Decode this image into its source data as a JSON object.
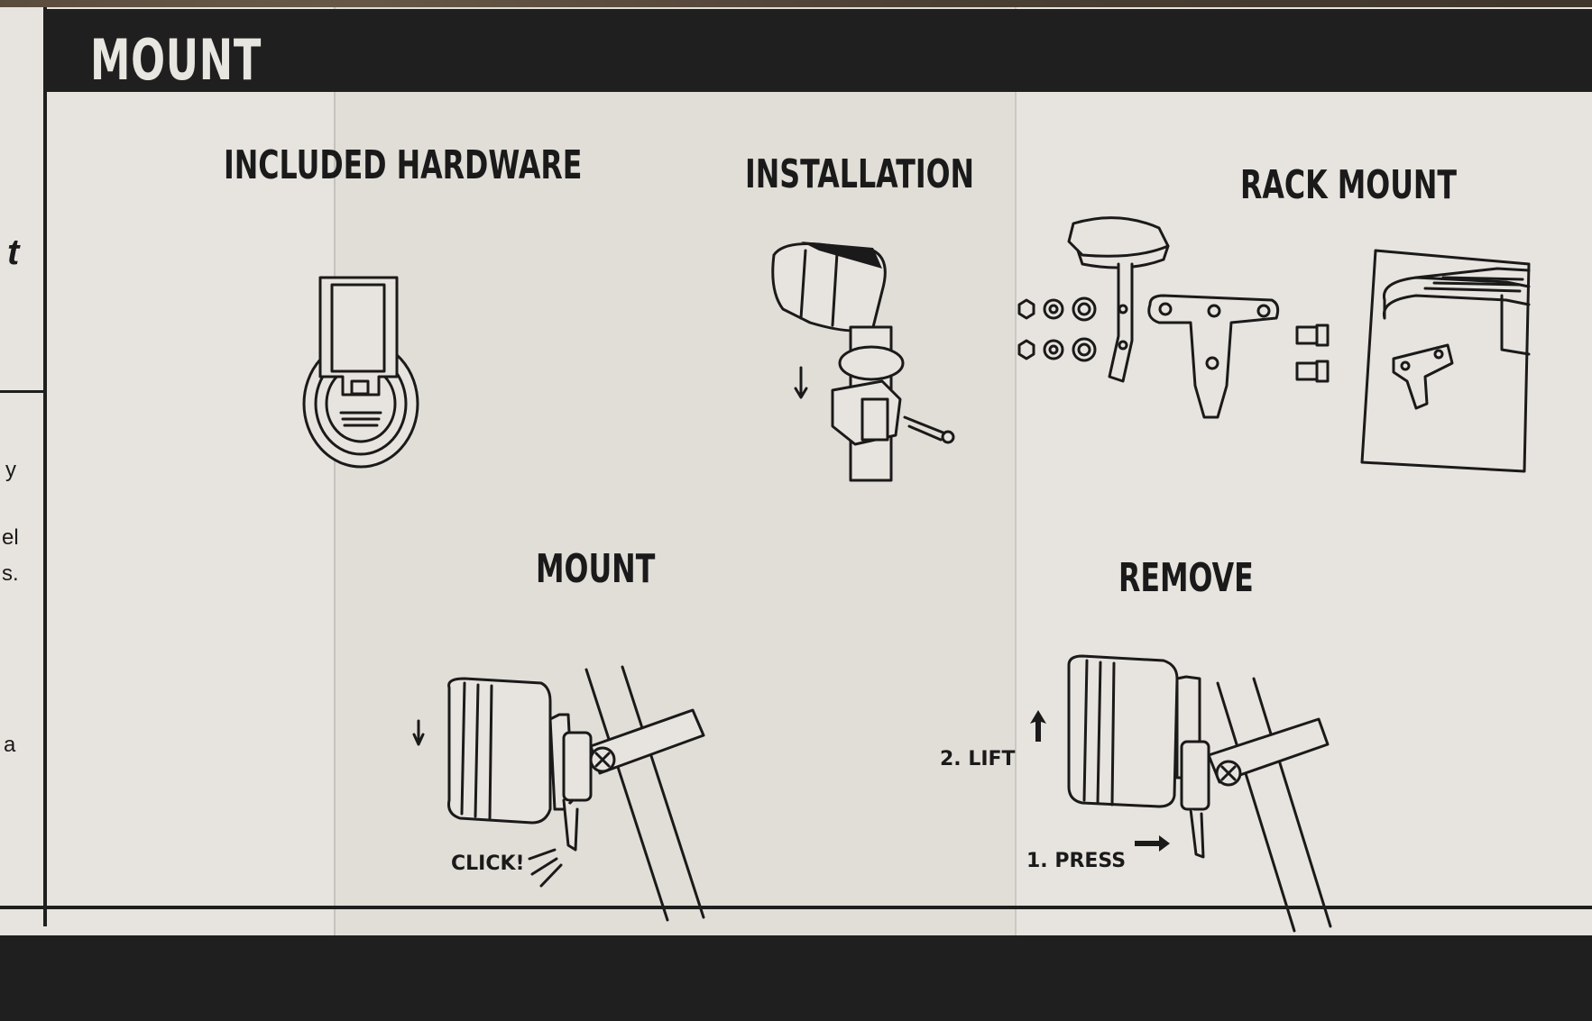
{
  "header": {
    "title": "MOUNT"
  },
  "sections": {
    "included_hardware": {
      "title": "INCLUDED HARDWARE"
    },
    "installation": {
      "title": "INSTALLATION"
    },
    "rack_mount": {
      "title": "RACK MOUNT"
    },
    "mount": {
      "title": "MOUNT",
      "callout": "CLICK!"
    },
    "remove": {
      "title": "REMOVE",
      "step1": "1. PRESS",
      "step2": "2. LIFT"
    }
  },
  "left_fragments": [
    "t",
    "y",
    "el",
    "s.",
    "a"
  ],
  "colors": {
    "ink": "#1a1a1a",
    "paper": "#e7e4df",
    "band": "#1f1f1f"
  }
}
